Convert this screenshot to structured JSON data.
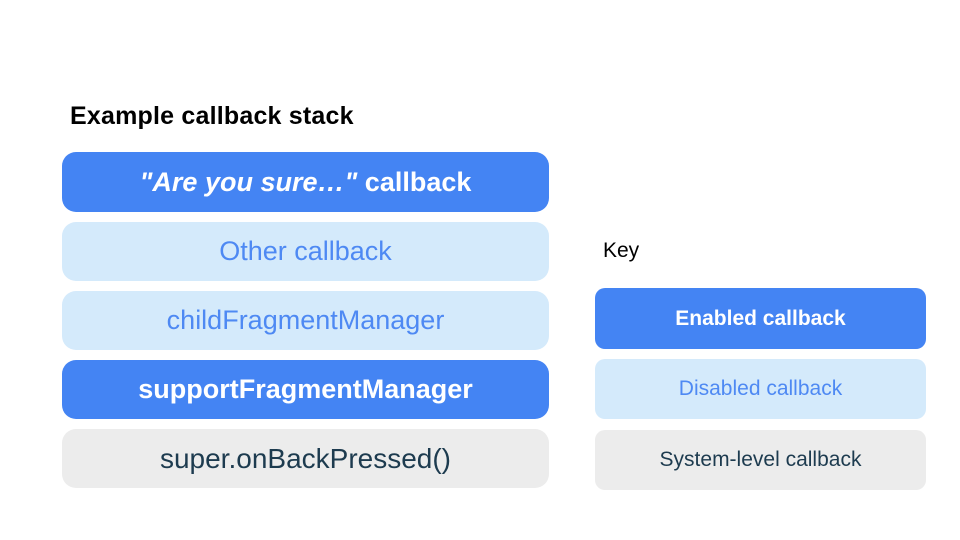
{
  "stack": {
    "title": "Example callback stack",
    "items": [
      {
        "label_italic": "\"Are you sure…\"",
        "label_rest": " callback",
        "state": "enabled"
      },
      {
        "label": "Other callback",
        "state": "disabled"
      },
      {
        "label": "childFragmentManager",
        "state": "disabled"
      },
      {
        "label": "supportFragmentManager",
        "state": "enabled"
      },
      {
        "label": "super.onBackPressed()",
        "state": "system"
      }
    ]
  },
  "key": {
    "title": "Key",
    "items": [
      {
        "label": "Enabled callback",
        "state": "enabled"
      },
      {
        "label": "Disabled callback",
        "state": "disabled"
      },
      {
        "label": "System-level callback",
        "state": "system"
      }
    ]
  },
  "colors": {
    "enabled_bg": "#4484F3",
    "enabled_text": "#FFFFFF",
    "disabled_bg": "#D4EAFB",
    "disabled_text": "#4E89F3",
    "system_bg": "#ECECEC",
    "system_text": "#1D3B4F",
    "title_text": "#000000",
    "background": "#FFFFFF"
  }
}
